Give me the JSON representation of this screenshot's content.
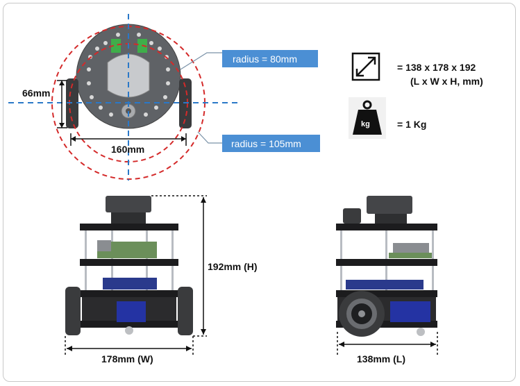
{
  "labels": {
    "radius_small": "radius = 80mm",
    "radius_large": "radius = 105mm",
    "width_top": "66mm",
    "span_top": "160mm",
    "height_front": "192mm (H)",
    "width_front": "178mm (W)",
    "length_side": "138mm (L)",
    "kg_text": "kg"
  },
  "specs": {
    "dimensions": "= 138 x 178 x 192",
    "dimensions_unit": "(L x W x H, mm)",
    "weight": "= 1 Kg"
  },
  "icons": {
    "resize": "expand-arrows-icon",
    "weight": "weight-icon"
  },
  "colors": {
    "label_box": "#4b8fd4",
    "circle_dash": "#d42a2a",
    "axis_dash": "#2a78c8",
    "line_gray": "#7a92a8"
  }
}
